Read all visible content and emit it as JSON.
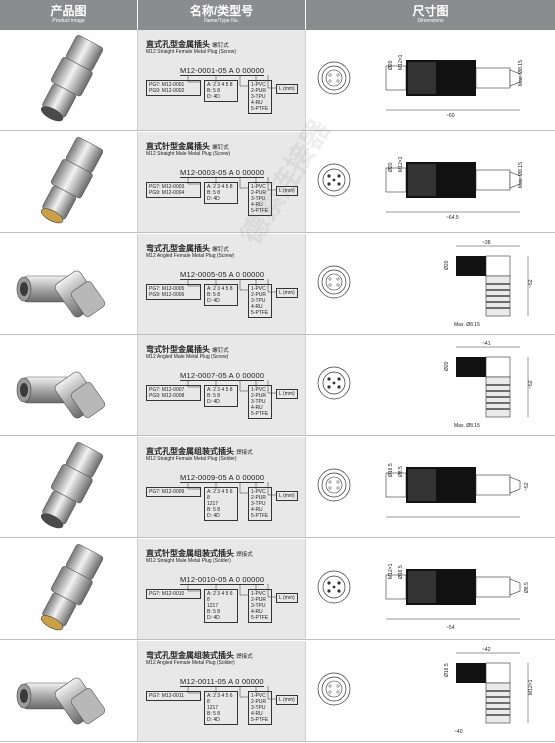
{
  "header": {
    "col1_zh": "产品图",
    "col1_en": "Product image",
    "col2_zh": "名称/类型号",
    "col2_en": "Name/Type No.",
    "col3_zh": "尺寸图",
    "col3_en": "Dimensions"
  },
  "rows": [
    {
      "name_zh": "直式孔型金属插头",
      "name_zh_suffix": "螺钉式",
      "name_en": "M12 Straight Female Metal Plug (Screw)",
      "type_code": "M12-0001-05 A 0 00000",
      "pg": [
        "PG7: M12-0001",
        "PG9: M12-0002"
      ],
      "codes": [
        "A: 2 3 4 5 8",
        "B: 5 8",
        "D: 4D"
      ],
      "materials": [
        "1-PVC",
        "2-PUR",
        "3-TPU",
        "4-RU",
        "5-PTFE"
      ],
      "length": "L (mm)",
      "dims": [
        "Ø20",
        "M12×1",
        "~60",
        "Max. Ø8.15"
      ]
    },
    {
      "name_zh": "直式针型金属插头",
      "name_zh_suffix": "螺钉式",
      "name_en": "M12 Straight Male Metal Plug (Screw)",
      "type_code": "M12-0003-05 A 0 00000",
      "pg": [
        "PG7: M12-0003",
        "PG9: M12-0004"
      ],
      "codes": [
        "A: 2 3 4 5 8",
        "B: 5 8",
        "D: 4D"
      ],
      "materials": [
        "1-PVC",
        "2-PUR",
        "3-TPU",
        "4-RU",
        "5-PTFE"
      ],
      "length": "L (mm)",
      "dims": [
        "Ø20",
        "M12×1",
        "~64.5",
        "Max. Ø8.15"
      ]
    },
    {
      "name_zh": "弯式孔型金属插头",
      "name_zh_suffix": "螺钉式",
      "name_en": "M12 Angled Female Metal Plug (Screw)",
      "type_code": "M12-0005-05 A 0 00000",
      "pg": [
        "PG7: M12-0005",
        "PG9: M12-0006"
      ],
      "codes": [
        "A: 2 3 4 5 8",
        "B: 5 8",
        "D: 4D"
      ],
      "materials": [
        "1-PVC",
        "2-PUR",
        "3-TPU",
        "4-RU",
        "5-PTFE"
      ],
      "length": "L (mm)",
      "dims": [
        "~38",
        "Ø20",
        "~52",
        "Max. Ø8.15"
      ]
    },
    {
      "name_zh": "弯式针型金属插头",
      "name_zh_suffix": "螺钉式",
      "name_en": "M12 Angled Male Metal Plug (Screw)",
      "type_code": "M12-0007-05 A 0 00000",
      "pg": [
        "PG7: M12-0007",
        "PG9: M12-0008"
      ],
      "codes": [
        "A: 2 3 4 5 8",
        "B: 5 8",
        "D: 4D"
      ],
      "materials": [
        "1-PVC",
        "2-PUR",
        "3-TPU",
        "4-RU",
        "5-PTFE"
      ],
      "length": "L (mm)",
      "dims": [
        "~41",
        "Ø20",
        "~52",
        "Max. Ø8.15"
      ]
    },
    {
      "name_zh": "直式孔型金属组装式插头",
      "name_zh_suffix": "焊接式",
      "name_en": "M12 Straight Female Metal Plug (Solder)",
      "type_code": "M12-0009-05 A 0 00000",
      "pg": [
        "PG7: M12-0009"
      ],
      "codes": [
        "A: 2 3 4 5 6 8",
        "1217",
        "B: 5 8",
        "D: 4D"
      ],
      "materials": [
        "1-PVC",
        "2-PUR",
        "3-TPU",
        "4-RU",
        "5-PTFE"
      ],
      "length": "L (mm)",
      "dims": [
        "Ø16.5",
        "Ø8.5",
        "~52"
      ]
    },
    {
      "name_zh": "直式针型金属组装式插头",
      "name_zh_suffix": "焊接式",
      "name_en": "M12 Straight Male Metal Plug (Solder)",
      "type_code": "M12-0010-05 A 0 00000",
      "pg": [
        "PG7: M12-0010"
      ],
      "codes": [
        "A: 2 3 4 5 6 8",
        "1217",
        "B: 5 8",
        "D: 4D"
      ],
      "materials": [
        "1-PVC",
        "2-PUR",
        "3-TPU",
        "4-RU",
        "5-PTFE"
      ],
      "length": "L (mm)",
      "dims": [
        "M12×1",
        "Ø16.5",
        "Ø8.5",
        "~54"
      ]
    },
    {
      "name_zh": "弯式孔型金属组装式插头",
      "name_zh_suffix": "焊接式",
      "name_en": "M12 Angled Female Metal Plug (Solder)",
      "type_code": "M12-0011-05 A 0 00000",
      "pg": [
        "PG7: M12-0011"
      ],
      "codes": [
        "A: 2 3 4 5 6 8",
        "1217",
        "B: 5 8",
        "D: 4D"
      ],
      "materials": [
        "1-PVC",
        "2-PUR",
        "3-TPU",
        "4-RU",
        "5-PTFE"
      ],
      "length": "L (mm)",
      "dims": [
        "~42",
        "Ø16.5",
        "M12×1",
        "~40"
      ]
    }
  ],
  "watermark": "德索连接器"
}
